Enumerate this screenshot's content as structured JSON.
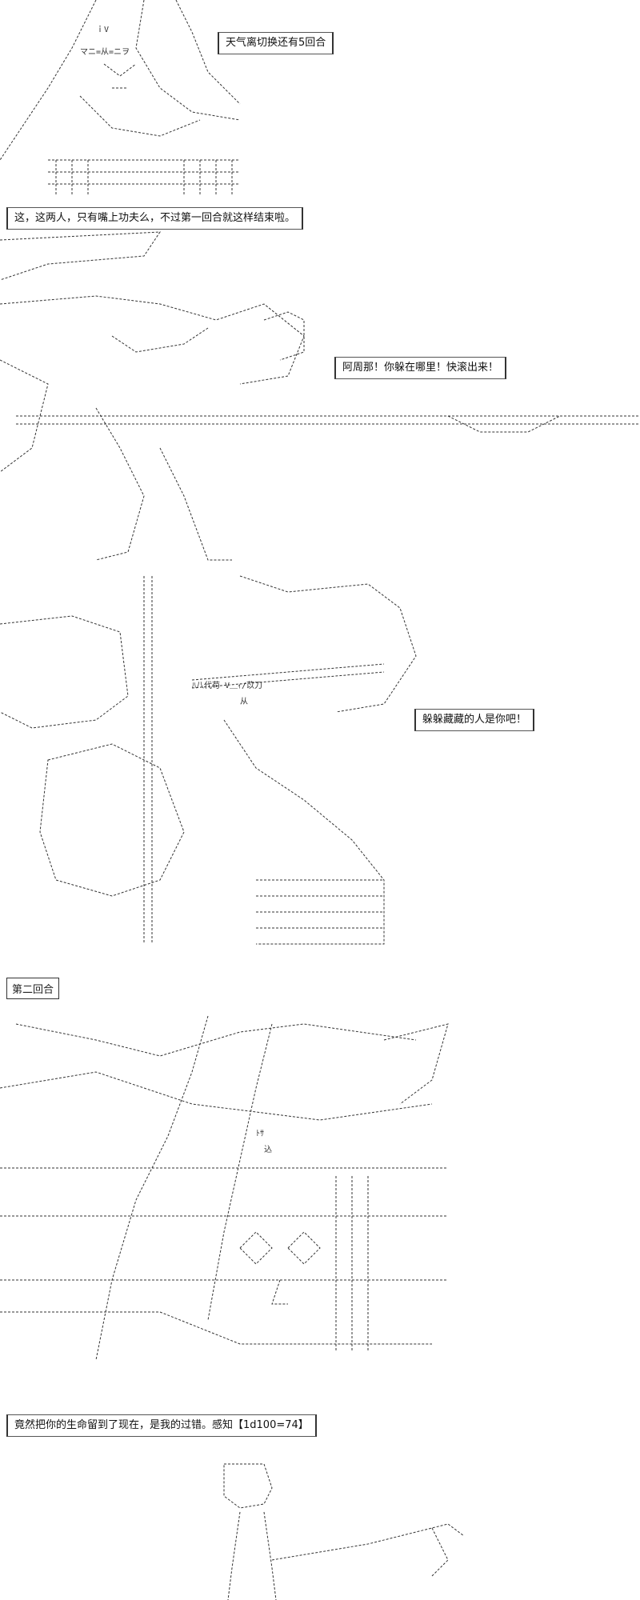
{
  "panels": [
    {
      "text": "天气离切换还有5回合"
    },
    {
      "text": "这，这两人，只有嘴上功夫么，不过第一回合就这样结束啦。"
    },
    {
      "text": "阿周那！你躲在哪里！快滚出来！"
    },
    {
      "text": "躲躲藏藏的人是你吧！"
    },
    {
      "text": "第二回合"
    },
    {
      "text": "竟然把你的生命留到了现在，是我的过错。感知【1d100=74】"
    }
  ],
  "art_fragments": {
    "fragment_1": "ｉV",
    "fragment_2": "マニ=从=ニヲ",
    "fragment_3": "ﾊ八代苟 V＿ｨ/苡刀",
    "fragment_4": "从",
    "fragment_5": "込",
    "fragment_6": "ﾄｻ"
  }
}
